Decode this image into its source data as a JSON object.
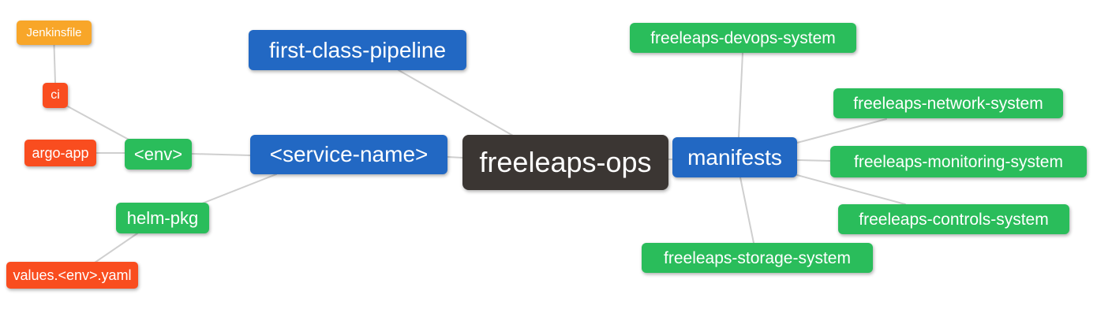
{
  "diagram": {
    "type": "mindmap",
    "root_label": "freeleaps-ops",
    "palette": {
      "blue": "#2268c3",
      "green": "#2abd5b",
      "orange": "#f8a629",
      "red": "#f94d1f",
      "dark": "#3b3633",
      "edge": "#cfcfcf",
      "text": "#ffffff",
      "background": "#ffffff"
    },
    "nodes": [
      {
        "id": "jenkinsfile",
        "label": "Jenkinsfile",
        "color": "orange",
        "parent": "ci"
      },
      {
        "id": "ci",
        "label": "ci",
        "color": "red",
        "parent": "env"
      },
      {
        "id": "argo-app",
        "label": "argo-app",
        "color": "red",
        "parent": "env"
      },
      {
        "id": "env",
        "label": "<env>",
        "color": "green",
        "parent": "service-name"
      },
      {
        "id": "helm-pkg",
        "label": "helm-pkg",
        "color": "green",
        "parent": "service-name"
      },
      {
        "id": "values-env-yaml",
        "label": "values.<env>.yaml",
        "color": "red",
        "parent": "helm-pkg"
      },
      {
        "id": "first-class-pipeline",
        "label": "first-class-pipeline",
        "color": "blue",
        "parent": "freeleaps-ops"
      },
      {
        "id": "service-name",
        "label": "<service-name>",
        "color": "blue",
        "parent": "freeleaps-ops"
      },
      {
        "id": "freeleaps-ops",
        "label": "freeleaps-ops",
        "color": "dark",
        "parent": null
      },
      {
        "id": "manifests",
        "label": "manifests",
        "color": "blue",
        "parent": "freeleaps-ops"
      },
      {
        "id": "freeleaps-devops-system",
        "label": "freeleaps-devops-system",
        "color": "green",
        "parent": "manifests"
      },
      {
        "id": "freeleaps-network-system",
        "label": "freeleaps-network-system",
        "color": "green",
        "parent": "manifests"
      },
      {
        "id": "freeleaps-monitoring-system",
        "label": "freeleaps-monitoring-system",
        "color": "green",
        "parent": "manifests"
      },
      {
        "id": "freeleaps-controls-system",
        "label": "freeleaps-controls-system",
        "color": "green",
        "parent": "manifests"
      },
      {
        "id": "freeleaps-storage-system",
        "label": "freeleaps-storage-system",
        "color": "green",
        "parent": "manifests"
      }
    ],
    "edges": [
      {
        "from": "jenkinsfile",
        "to": "ci"
      },
      {
        "from": "ci",
        "to": "env"
      },
      {
        "from": "argo-app",
        "to": "env"
      },
      {
        "from": "env",
        "to": "service-name"
      },
      {
        "from": "first-class-pipeline",
        "to": "freeleaps-ops"
      },
      {
        "from": "service-name",
        "to": "helm-pkg"
      },
      {
        "from": "helm-pkg",
        "to": "values-env-yaml"
      },
      {
        "from": "service-name",
        "to": "freeleaps-ops"
      },
      {
        "from": "freeleaps-ops",
        "to": "manifests"
      },
      {
        "from": "manifests",
        "to": "freeleaps-devops-system"
      },
      {
        "from": "manifests",
        "to": "freeleaps-network-system"
      },
      {
        "from": "manifests",
        "to": "freeleaps-monitoring-system"
      },
      {
        "from": "manifests",
        "to": "freeleaps-controls-system"
      },
      {
        "from": "manifests",
        "to": "freeleaps-storage-system"
      }
    ]
  }
}
